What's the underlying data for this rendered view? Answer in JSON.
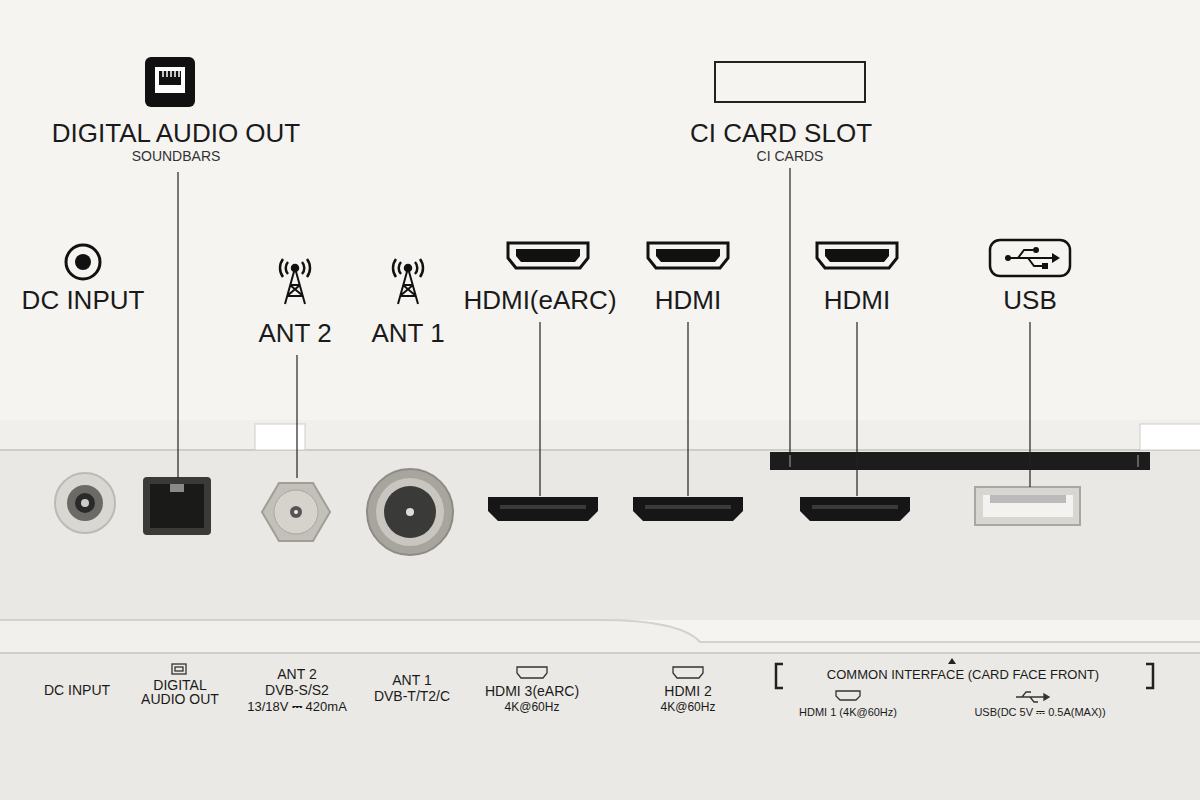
{
  "diagram": {
    "labels": [
      "DIGITAL AUDIO OUT",
      "SOUNDBARS",
      "CI CARD SLOT",
      "CI CARDS",
      "DC INPUT",
      "ANT 2",
      "ANT 1",
      "HDMI(eARC)",
      "HDMI",
      "HDMI",
      "USB",
      "DC INPUT",
      "DIGITAL AUDIO OUT",
      "ANT 2",
      "DVB-S/S2",
      "13/18V ⎓ 420mA",
      "ANT 1",
      "DVB-T/T2/C",
      "HDMI 3(eARC)",
      "4K@60Hz",
      "HDMI 2",
      "4K@60Hz",
      "COMMON INTERFACE (CARD FACE FRONT)",
      "HDMI 1 (4K@60Hz)",
      "USB(DC 5V ⎓ 0.5A(MAX))"
    ]
  }
}
